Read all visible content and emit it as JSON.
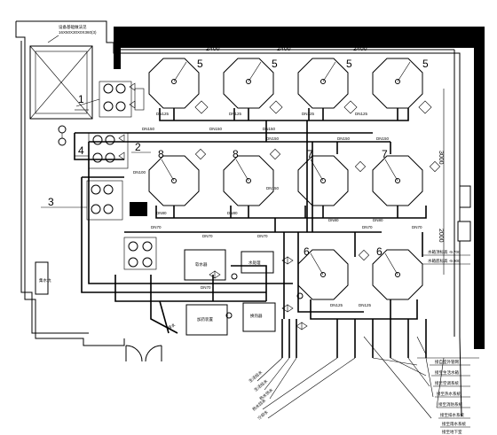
{
  "drawing": {
    "top_note_lines": [
      "设备基础做法见",
      "16X50X30X0X360(3)"
    ],
    "dimensions": {
      "top_spans": [
        "2400",
        "2400",
        "2400"
      ],
      "right_spans": [
        "3000",
        "2000"
      ]
    },
    "tank_labels": [
      "5",
      "5",
      "5",
      "5",
      "8",
      "8",
      "7",
      "7",
      "6",
      "6"
    ],
    "callouts": [
      "1",
      "2",
      "3",
      "4"
    ],
    "pipe_sizes": [
      "DN125",
      "DN125",
      "DN125",
      "DN125",
      "DN150",
      "DN150",
      "DN150",
      "DN150",
      "DN150",
      "DN150",
      "DN80",
      "DN80",
      "DN80",
      "DN80",
      "DN70",
      "DN70",
      "DN70",
      "DN70",
      "DN70",
      "DN70",
      "DN100",
      "DN150",
      "DN125",
      "DN125"
    ],
    "elevations": [
      "水箱顶标高 -9.700",
      "水箱底标高 -9.900"
    ],
    "equipment": [
      "集水坑",
      "软水器",
      "水处理",
      "加药装置",
      "换热器"
    ],
    "outlet_labels": [
      "生活给水",
      "生活给水",
      "热水供水",
      "热水回水",
      "冷却水",
      "排水"
    ],
    "legend_lines": [
      "接自室外管网",
      "接至生活水箱",
      "接至空调系统",
      "接至热水系统",
      "接至消防系统",
      "接至排水系统",
      "接至雨水系统",
      "接至地下室"
    ]
  }
}
